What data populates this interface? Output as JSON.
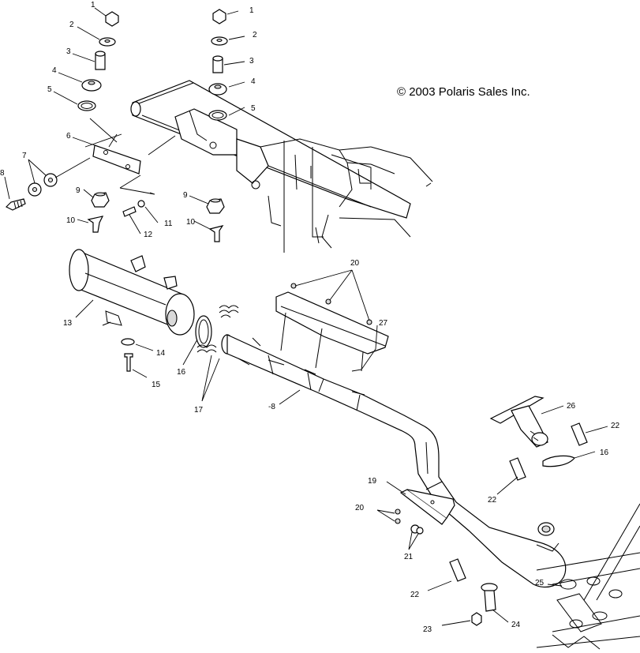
{
  "copyright": "© 2003 Polaris Sales Inc.",
  "callouts": [
    {
      "id": "c1a",
      "label": "1"
    },
    {
      "id": "c2a",
      "label": "2"
    },
    {
      "id": "c3a",
      "label": "3"
    },
    {
      "id": "c4a",
      "label": "4"
    },
    {
      "id": "c5a",
      "label": "5"
    },
    {
      "id": "c6",
      "label": "6"
    },
    {
      "id": "c7",
      "label": "7"
    },
    {
      "id": "c8a",
      "label": "8"
    },
    {
      "id": "c9a",
      "label": "9"
    },
    {
      "id": "c10a",
      "label": "10"
    },
    {
      "id": "c11",
      "label": "11"
    },
    {
      "id": "c12",
      "label": "12"
    },
    {
      "id": "c1b",
      "label": "1"
    },
    {
      "id": "c2b",
      "label": "2"
    },
    {
      "id": "c3b",
      "label": "3"
    },
    {
      "id": "c4b",
      "label": "4"
    },
    {
      "id": "c5b",
      "label": "5"
    },
    {
      "id": "c9b",
      "label": "9"
    },
    {
      "id": "c10b",
      "label": "10"
    },
    {
      "id": "c13",
      "label": "13"
    },
    {
      "id": "c14",
      "label": "14"
    },
    {
      "id": "c15",
      "label": "15"
    },
    {
      "id": "c16a",
      "label": "16"
    },
    {
      "id": "c17",
      "label": "17"
    },
    {
      "id": "c8b",
      "label": "-8"
    },
    {
      "id": "c20a",
      "label": "20"
    },
    {
      "id": "c27",
      "label": "27"
    },
    {
      "id": "c26",
      "label": "26"
    },
    {
      "id": "c22a",
      "label": "22"
    },
    {
      "id": "c16b",
      "label": "16"
    },
    {
      "id": "c22b",
      "label": "22"
    },
    {
      "id": "c19",
      "label": "19"
    },
    {
      "id": "c20b",
      "label": "20"
    },
    {
      "id": "c21",
      "label": "21"
    },
    {
      "id": "c22c",
      "label": "22"
    },
    {
      "id": "c23",
      "label": "23"
    },
    {
      "id": "c24",
      "label": "24"
    },
    {
      "id": "c25",
      "label": "25"
    }
  ]
}
